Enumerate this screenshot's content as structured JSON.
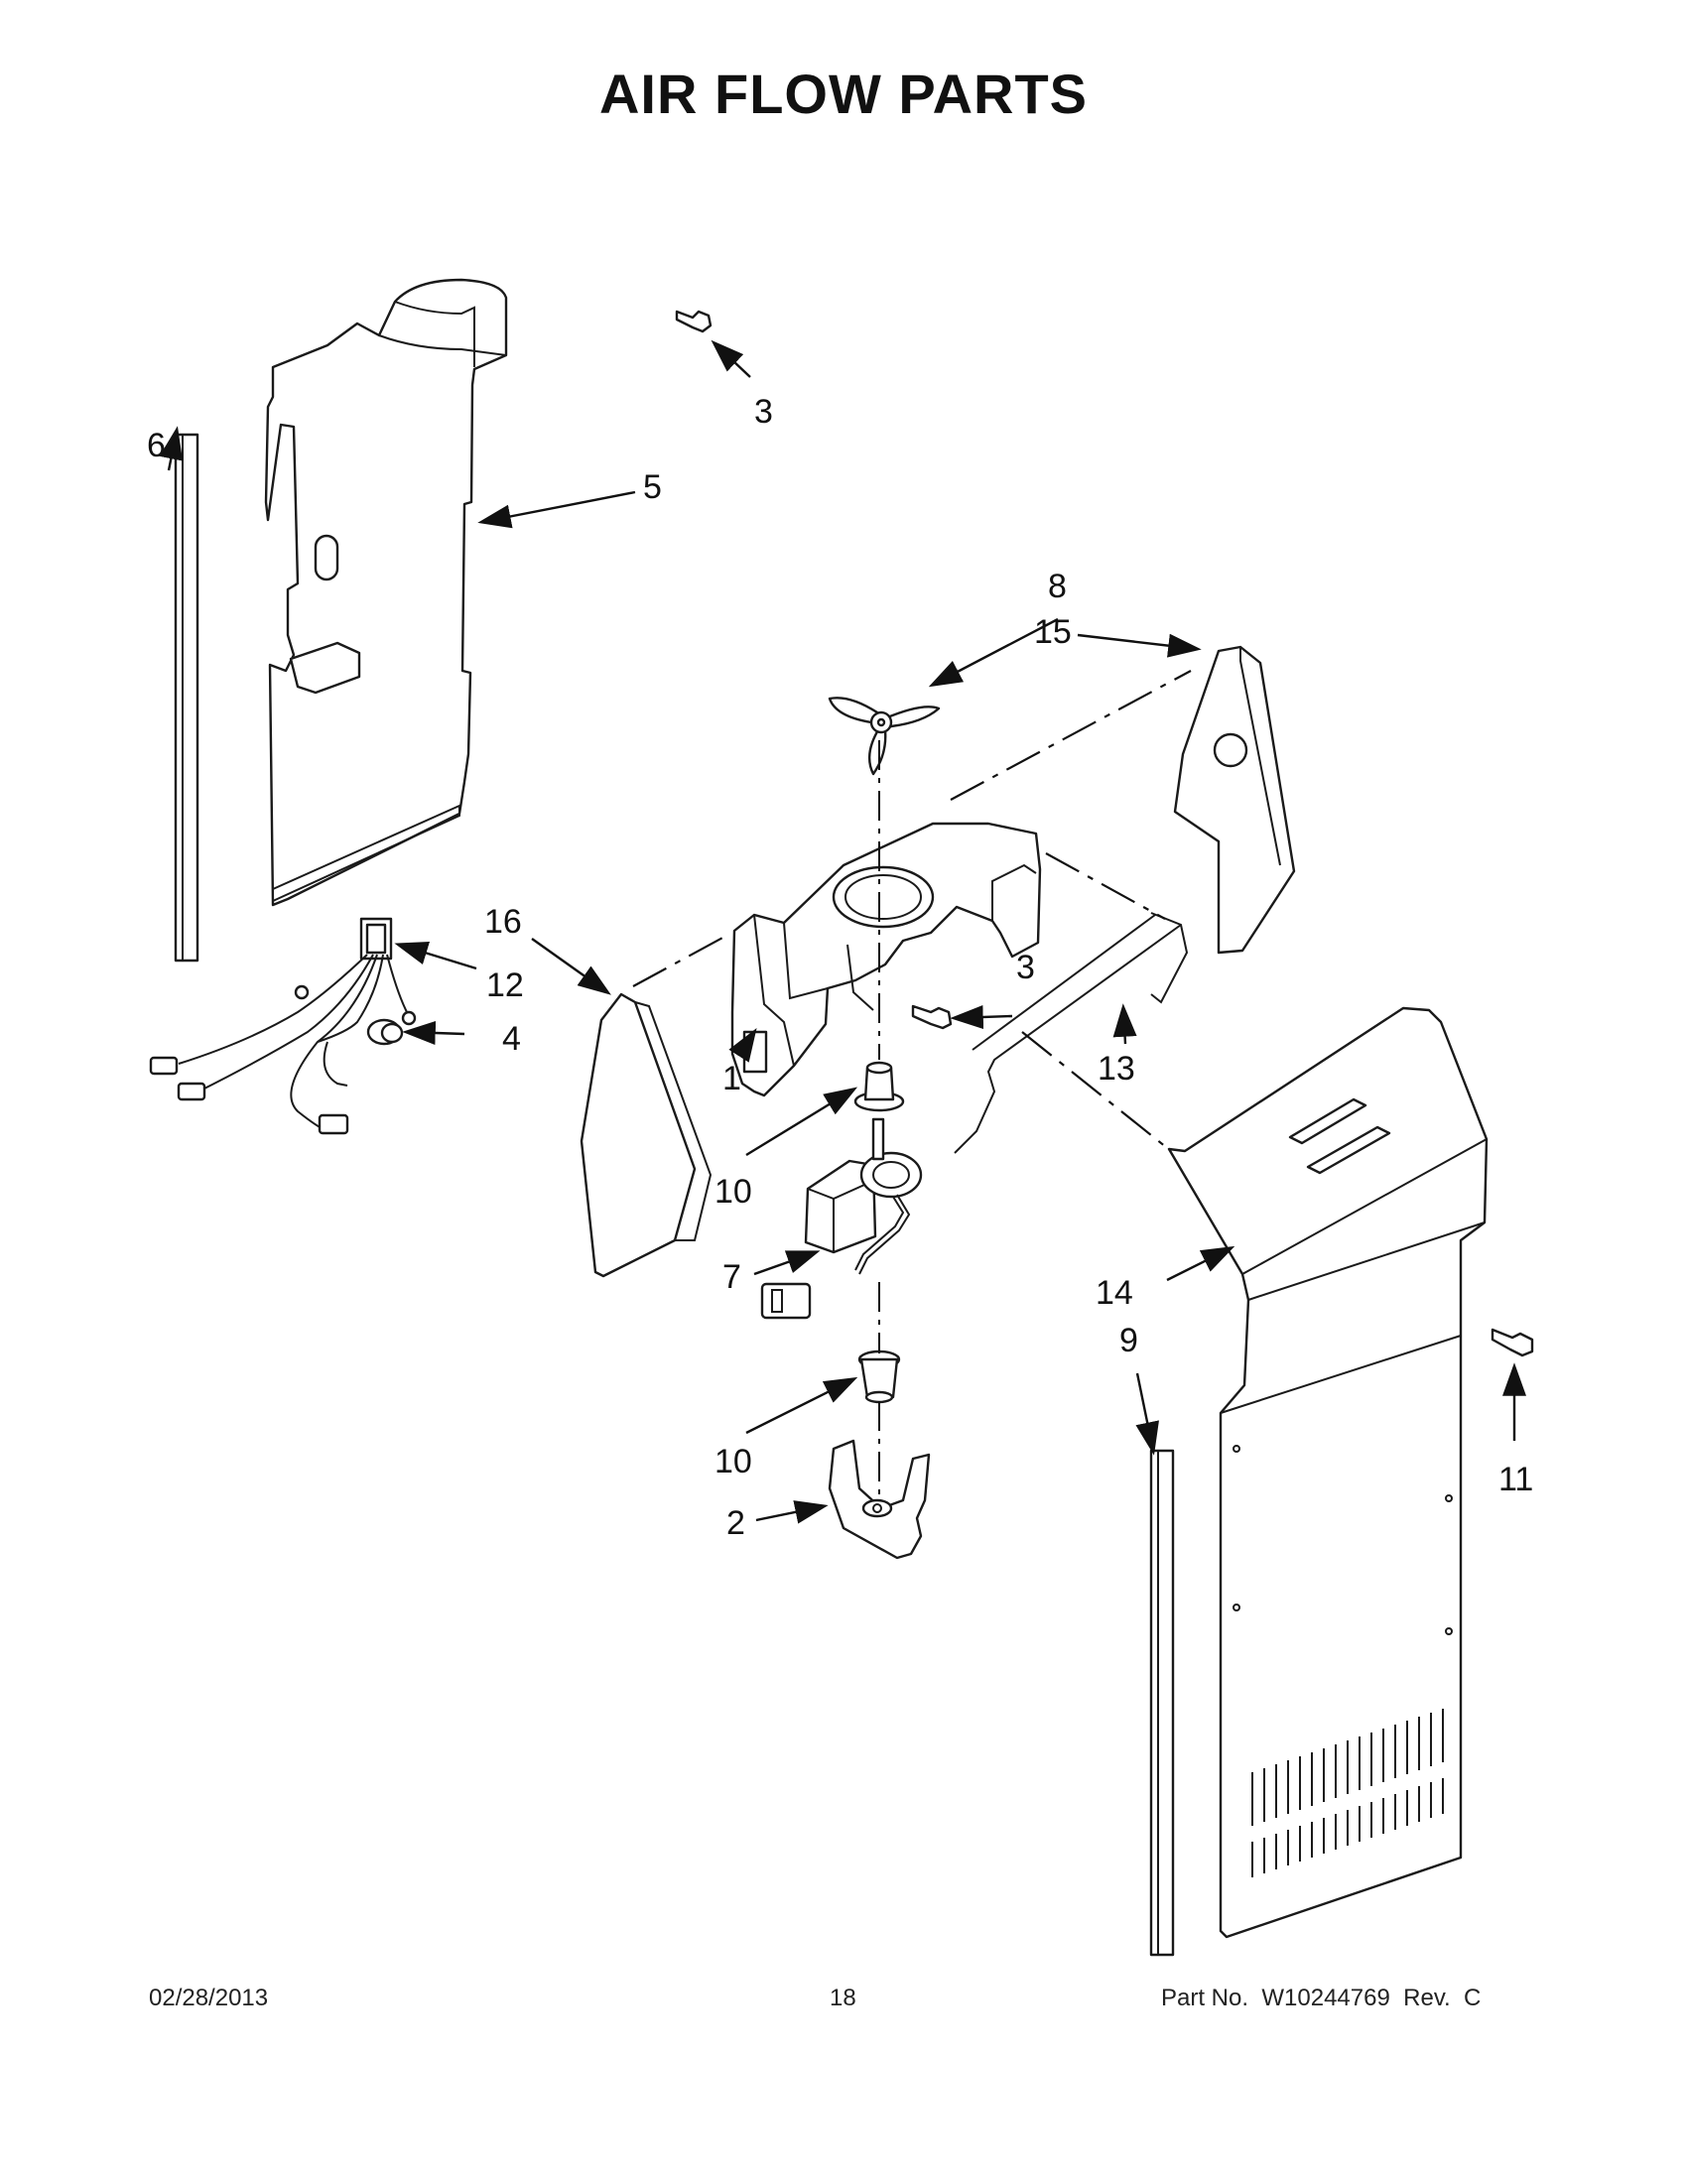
{
  "page": {
    "title": "AIR FLOW PARTS",
    "footer_date": "02/28/2013",
    "footer_page": "18",
    "footer_part_no": "Part No.  W10244769  Rev.  C"
  },
  "callouts": {
    "c1": "1",
    "c2": "2",
    "c3a": "3",
    "c3b": "3",
    "c4": "4",
    "c5": "5",
    "c6": "6",
    "c7": "7",
    "c8": "8",
    "c9": "9",
    "c10a": "10",
    "c10b": "10",
    "c11": "11",
    "c12": "12",
    "c13": "13",
    "c14": "14",
    "c15": "15",
    "c16": "16"
  },
  "parts": {
    "p1": "fan-housing",
    "p2": "motor-bracket",
    "p3": "screw",
    "p4": "grommet",
    "p5": "air-duct-cover",
    "p6": "seal-strip",
    "p7": "fan-motor",
    "p8": "fan-blade",
    "p9": "seal-strip",
    "p10": "motor-mount",
    "p11": "screw",
    "p12": "wire-harness",
    "p13": "wire-bracket",
    "p14": "evaporator-cover",
    "p15": "insulation-right",
    "p16": "insulation-left"
  }
}
